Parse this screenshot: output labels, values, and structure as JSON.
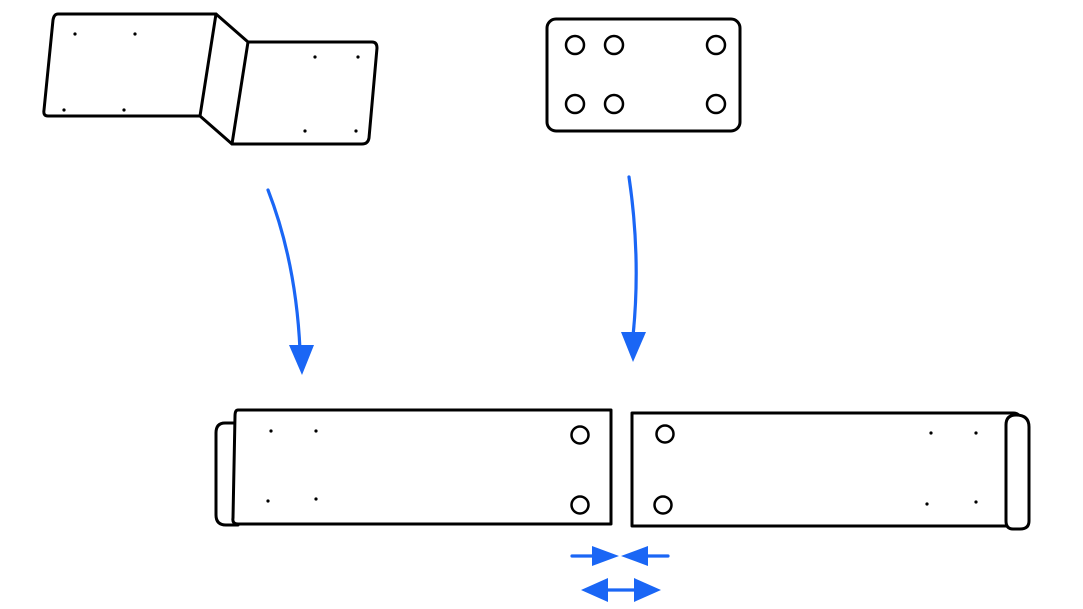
{
  "diagram": {
    "colors": {
      "line": "#000000",
      "background": "#ffffff",
      "accent": "#1a66f5"
    },
    "parts": [
      {
        "name": "z-bracket",
        "icon": "bent-bracket"
      },
      {
        "name": "splice-plate",
        "icon": "plate-with-six-holes",
        "holes": 6
      },
      {
        "name": "left-rail",
        "icon": "rail-segment",
        "holes": 2
      },
      {
        "name": "right-rail",
        "icon": "rail-segment",
        "holes": 2
      }
    ],
    "steps": [
      {
        "name": "attach-bracket",
        "icon": "curved-down-arrow"
      },
      {
        "name": "attach-plate",
        "icon": "curved-down-arrow"
      },
      {
        "name": "push-together",
        "icon": "converging-arrows"
      },
      {
        "name": "gap-adjust",
        "icon": "double-headed-arrow"
      }
    ]
  }
}
